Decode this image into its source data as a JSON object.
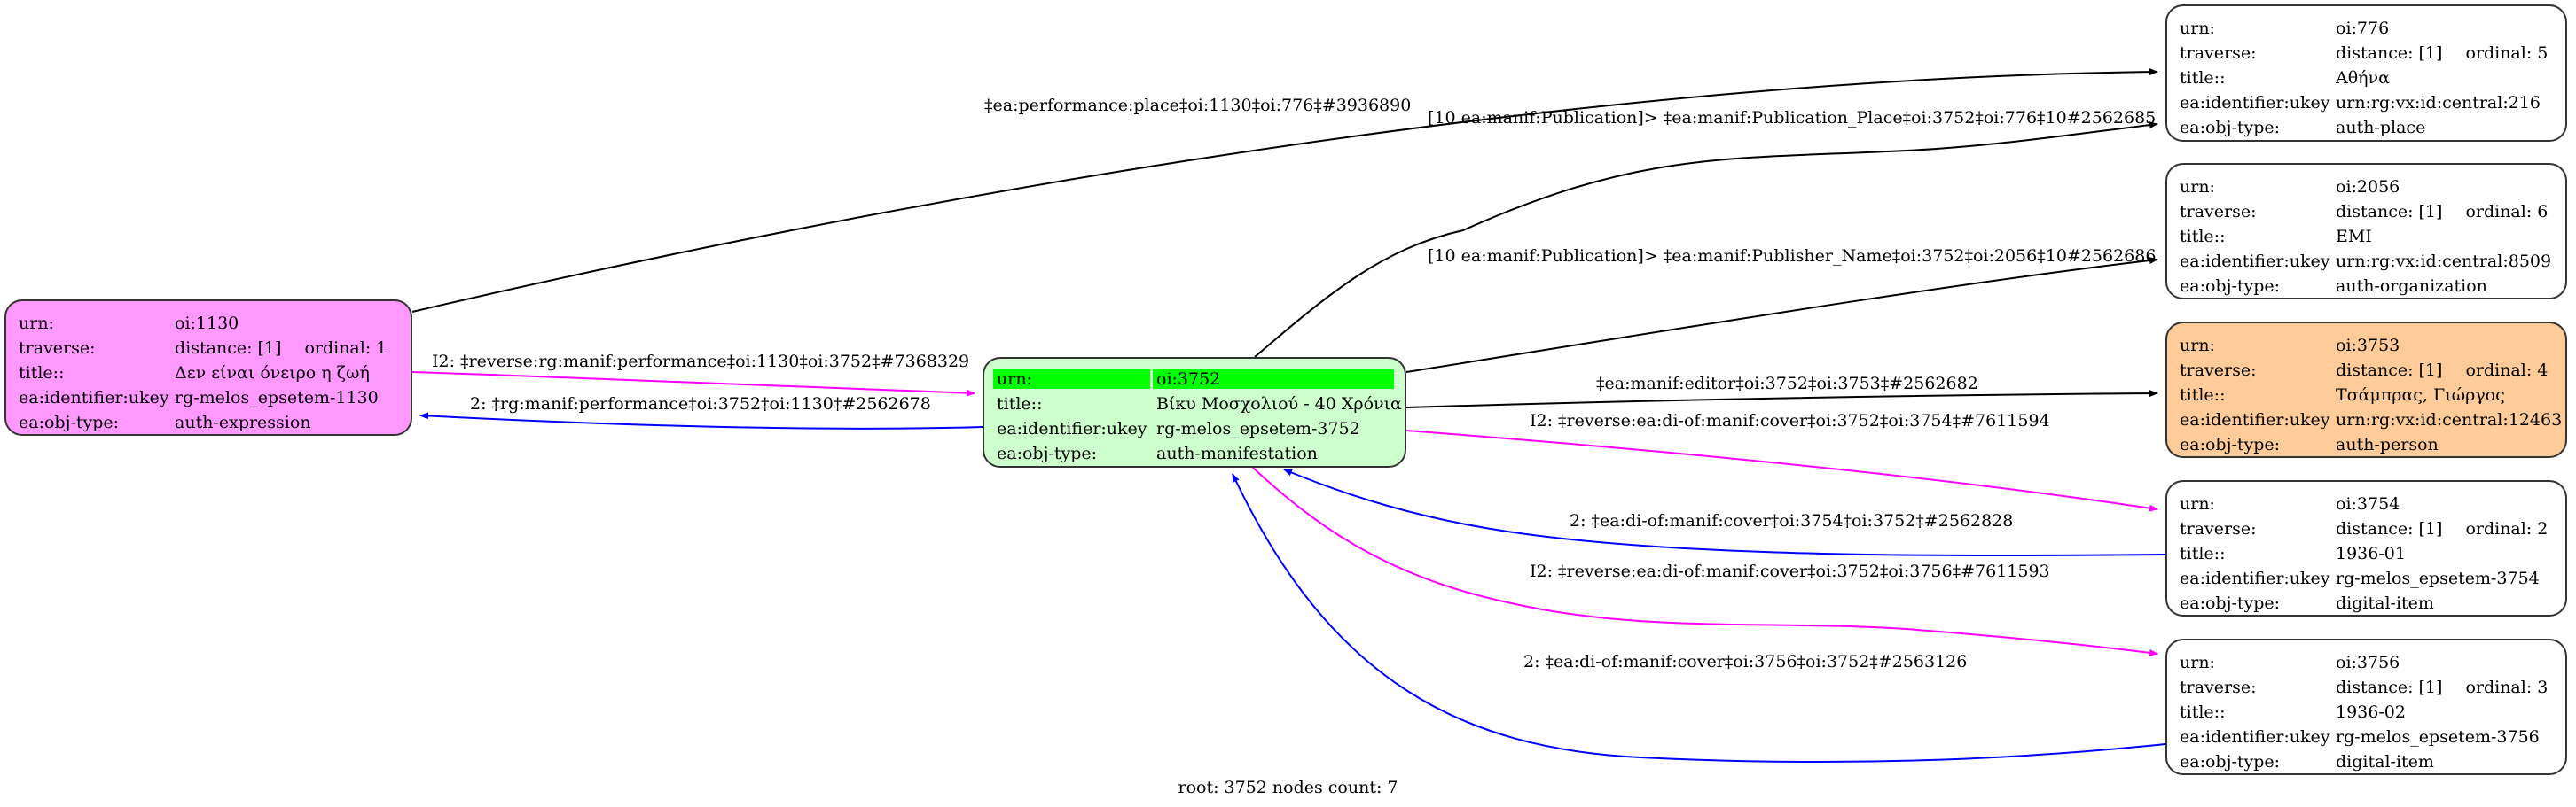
{
  "graph": {
    "footer": "root: 3752 nodes count: 7",
    "colors": {
      "expression": "#ff99ff",
      "manifestation": "#ccffcc",
      "manifestation_highlight": "#00ff00",
      "person": "#ffcc99",
      "default": "#ffffff",
      "edge_forward": "#000000",
      "edge_reverse": "#ff00ff",
      "edge_inverse": "#0000ff"
    },
    "nodes": {
      "n1130": {
        "urn_label": "urn:",
        "urn": "oi:1130",
        "traverse_label": "traverse:",
        "distance": "distance: [1]",
        "ordinal": "ordinal: 1",
        "title_label": "title::",
        "title": "Δεν είναι όνειρο η ζωή",
        "ukey_label": "ea:identifier:ukey",
        "ukey": "rg-melos_epsetem-1130",
        "type_label": "ea:obj-type:",
        "type": "auth-expression"
      },
      "n3752": {
        "urn_label": "urn:",
        "urn": "oi:3752",
        "title_label": "title::",
        "title": "Βίκυ Μοσχολιού - 40 Χρόνια",
        "ukey_label": "ea:identifier:ukey",
        "ukey": "rg-melos_epsetem-3752",
        "type_label": "ea:obj-type:",
        "type": "auth-manifestation"
      },
      "n776": {
        "urn_label": "urn:",
        "urn": "oi:776",
        "traverse_label": "traverse:",
        "distance": "distance: [1]",
        "ordinal": "ordinal: 5",
        "title_label": "title::",
        "title": "Αθήνα",
        "ukey_label": "ea:identifier:ukey",
        "ukey": "urn:rg:vx:id:central:216",
        "type_label": "ea:obj-type:",
        "type": "auth-place"
      },
      "n2056": {
        "urn_label": "urn:",
        "urn": "oi:2056",
        "traverse_label": "traverse:",
        "distance": "distance: [1]",
        "ordinal": "ordinal: 6",
        "title_label": "title::",
        "title": "EMI",
        "ukey_label": "ea:identifier:ukey",
        "ukey": "urn:rg:vx:id:central:8509",
        "type_label": "ea:obj-type:",
        "type": "auth-organization"
      },
      "n3753": {
        "urn_label": "urn:",
        "urn": "oi:3753",
        "traverse_label": "traverse:",
        "distance": "distance: [1]",
        "ordinal": "ordinal: 4",
        "title_label": "title::",
        "title": "Τσάμπρας, Γιώργος",
        "ukey_label": "ea:identifier:ukey",
        "ukey": "urn:rg:vx:id:central:12463",
        "type_label": "ea:obj-type:",
        "type": "auth-person"
      },
      "n3754": {
        "urn_label": "urn:",
        "urn": "oi:3754",
        "traverse_label": "traverse:",
        "distance": "distance: [1]",
        "ordinal": "ordinal: 2",
        "title_label": "title::",
        "title": "1936-01",
        "ukey_label": "ea:identifier:ukey",
        "ukey": "rg-melos_epsetem-3754",
        "type_label": "ea:obj-type:",
        "type": "digital-item"
      },
      "n3756": {
        "urn_label": "urn:",
        "urn": "oi:3756",
        "traverse_label": "traverse:",
        "distance": "distance: [1]",
        "ordinal": "ordinal: 3",
        "title_label": "title::",
        "title": "1936-02",
        "ukey_label": "ea:identifier:ukey",
        "ukey": "rg-melos_epsetem-3756",
        "type_label": "ea:obj-type:",
        "type": "digital-item"
      }
    },
    "edges": {
      "e_perf_place": {
        "from": "oi:1130",
        "to": "oi:776",
        "label": "‡ea:performance:place‡oi:1130‡oi:776‡#3936890"
      },
      "e_pub_place": {
        "from": "oi:3752",
        "to": "oi:776",
        "label": "[10 ea:manif:Publication]> ‡ea:manif:Publication_Place‡oi:3752‡oi:776‡10#2562685"
      },
      "e_pub_name": {
        "from": "oi:3752",
        "to": "oi:2056",
        "label": "[10 ea:manif:Publication]> ‡ea:manif:Publisher_Name‡oi:3752‡oi:2056‡10#2562686"
      },
      "e_editor": {
        "from": "oi:3752",
        "to": "oi:3753",
        "label": "‡ea:manif:editor‡oi:3752‡oi:3753‡#2562682"
      },
      "e_rev_perf": {
        "from": "oi:1130",
        "to": "oi:3752",
        "label": "I2: ‡reverse:rg:manif:performance‡oi:1130‡oi:3752‡#7368329"
      },
      "e_perf": {
        "from": "oi:3752",
        "to": "oi:1130",
        "label": "2: ‡rg:manif:performance‡oi:3752‡oi:1130‡#2562678"
      },
      "e_rev_cover_3754": {
        "from": "oi:3752",
        "to": "oi:3754",
        "label": "I2: ‡reverse:ea:di-of:manif:cover‡oi:3752‡oi:3754‡#7611594"
      },
      "e_cover_3754": {
        "from": "oi:3754",
        "to": "oi:3752",
        "label": "2: ‡ea:di-of:manif:cover‡oi:3754‡oi:3752‡#2562828"
      },
      "e_rev_cover_3756": {
        "from": "oi:3752",
        "to": "oi:3756",
        "label": "I2: ‡reverse:ea:di-of:manif:cover‡oi:3752‡oi:3756‡#7611593"
      },
      "e_cover_3756": {
        "from": "oi:3756",
        "to": "oi:3752",
        "label": "2: ‡ea:di-of:manif:cover‡oi:3756‡oi:3752‡#2563126"
      }
    }
  }
}
